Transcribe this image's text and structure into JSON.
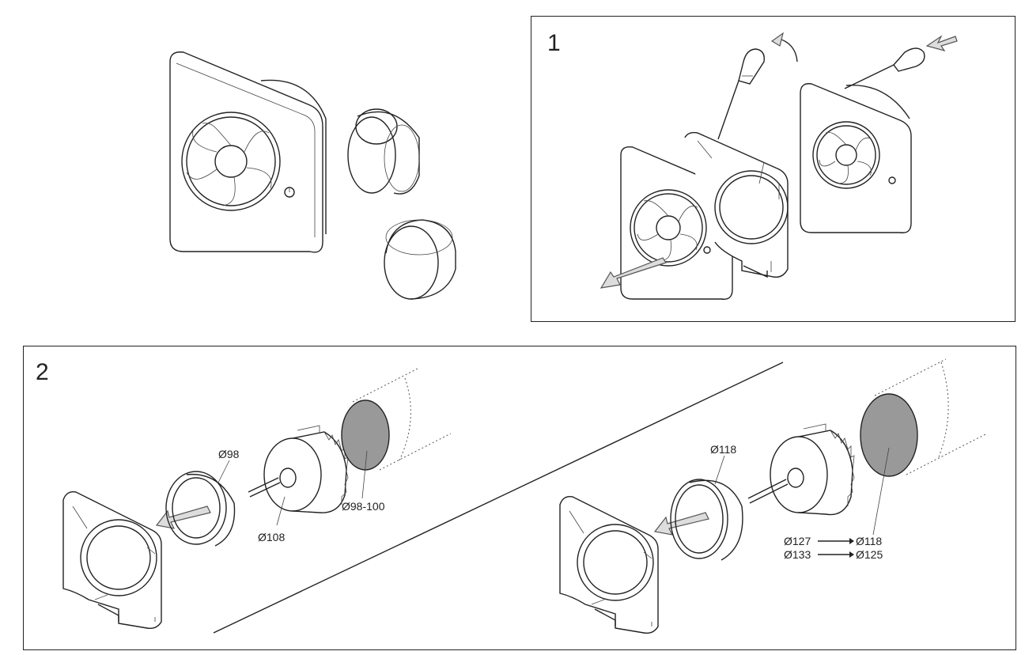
{
  "panels": {
    "step1": {
      "number": "1"
    },
    "step2": {
      "number": "2"
    }
  },
  "labels": {
    "d98": "Ø98",
    "d108": "Ø108",
    "d98_100": "Ø98-100",
    "d118_top": "Ø118",
    "d127": "Ø127",
    "d118_right": "Ø118",
    "d133": "Ø133",
    "d125": "Ø125"
  },
  "colors": {
    "line": "#222222",
    "arrow_fill": "#dddddd",
    "cut_fill": "#999999"
  }
}
